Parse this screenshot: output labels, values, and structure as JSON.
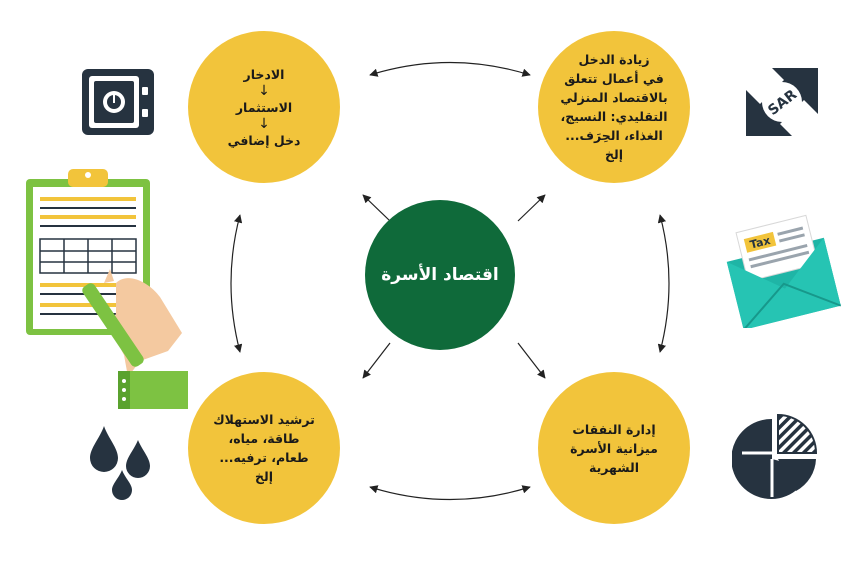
{
  "center": {
    "title": "اقتصاد الأسرة"
  },
  "nodes": {
    "top_left": {
      "lines": [
        "الادخار",
        "الاستثمار",
        "دخل إضافي"
      ],
      "arrow": "↓"
    },
    "top_right": {
      "lines": [
        "زيادة الدخل",
        "في أعمال تتعلق",
        "بالاقتصاد المنزلي",
        "التقليدي: النسيج،",
        "الغذاء، الحِرَف...",
        "إلخ"
      ]
    },
    "bottom_left": {
      "lines": [
        "ترشيد الاستهلاك",
        "طاقة، مياه،",
        "طعام، ترفيه...",
        "إلخ"
      ]
    },
    "bottom_right": {
      "lines": [
        "إدارة النفقات",
        "ميزانية الأسرة",
        "الشهرية"
      ]
    }
  },
  "icons": {
    "currency_label": "SAR",
    "tax_label": "Tax"
  },
  "colors": {
    "yellow": "#f2c43b",
    "green": "#0f6a3a",
    "dark": "#263340",
    "teal": "#1fb5a6",
    "lime": "#7dc242"
  }
}
